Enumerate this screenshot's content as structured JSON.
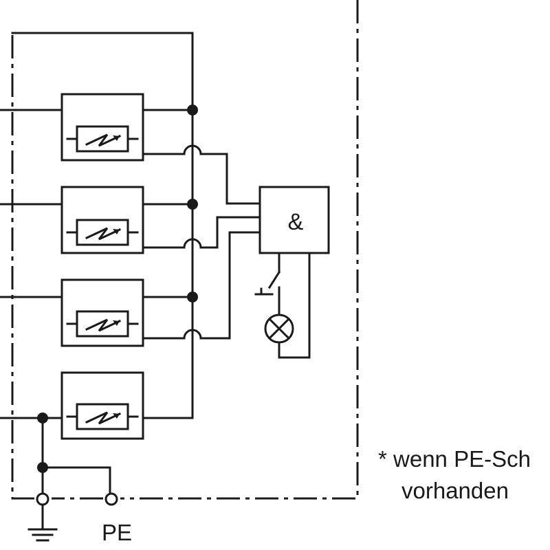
{
  "diagram": {
    "and_gate_label": "&",
    "pe_terminal_label": "PE",
    "footnote": {
      "line1": "* wenn PE-Sch",
      "line2": "vorhanden"
    },
    "icons": [
      "spd-module-icon",
      "lightning-arrow-icon",
      "signal-lamp-icon",
      "switch-contact-icon",
      "ground-icon"
    ]
  }
}
